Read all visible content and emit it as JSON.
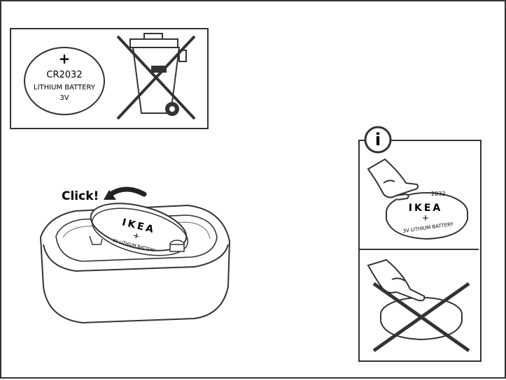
{
  "battery": {
    "polarity": "+",
    "model": "CR2032",
    "type": "LITHIUM BATTERY",
    "voltage": "3V"
  },
  "instruction": {
    "click_label": "Click!"
  },
  "coin": {
    "brand": "IKEA",
    "polarity": "+",
    "model_partial": "2032",
    "spec": "3V LITHIUM BATTERY"
  },
  "info": {
    "symbol": "i"
  },
  "icons": [
    "coin-battery-icon",
    "crossed-bin-icon",
    "info-icon",
    "hand-icon",
    "battery-holder-icon"
  ]
}
